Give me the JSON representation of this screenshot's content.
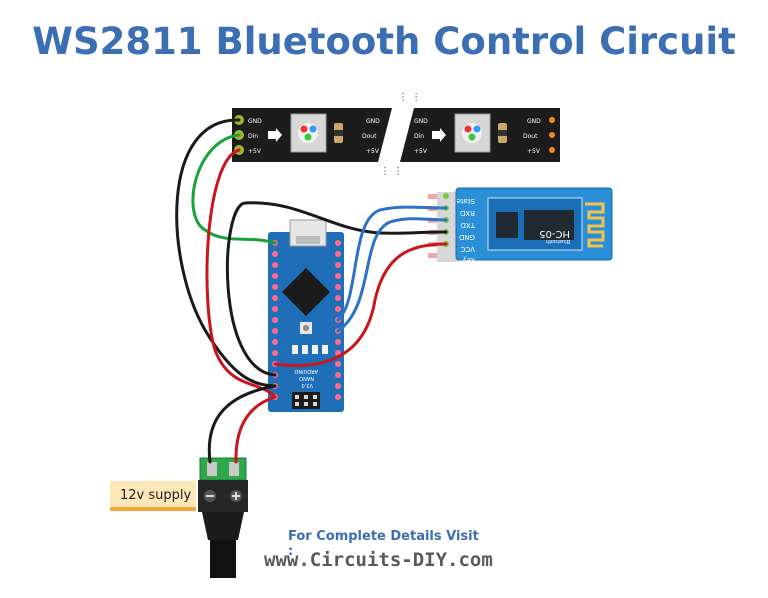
{
  "title": "WS2811 Bluetooth Control Circuit",
  "strip": {
    "pins": [
      "GND",
      "Din",
      "+5V"
    ],
    "out_pins": [
      "GND",
      "Dout",
      "+5V"
    ]
  },
  "bluetooth": {
    "pins": [
      "State",
      "RXD",
      "TXD",
      "GND",
      "VCC",
      "Key"
    ],
    "chip_label": "HC-05",
    "chip_sub": "Bluetooth"
  },
  "arduino": {
    "label1": "ARDUINO",
    "label2": "NANO",
    "label3": "V3.0"
  },
  "supply_label": "12v supply",
  "footer": {
    "line1": "For Complete Details Visit :",
    "line2": "www.Circuits-DIY.com"
  },
  "colors": {
    "title": "#3b6eb3",
    "strip": "#1c1c1c",
    "arduino": "#1f6fb8",
    "bluetooth": "#2a8fd6",
    "wire_black": "#1a1a1a",
    "wire_red": "#c8161d",
    "wire_green": "#1aa23a",
    "wire_blue": "#2d72c6"
  }
}
